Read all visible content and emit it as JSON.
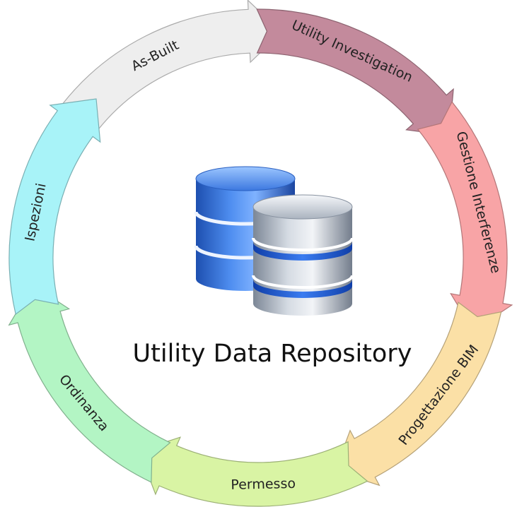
{
  "title": "Utility Data Repository",
  "cycle": [
    {
      "label": "As-Built",
      "color": "#eeeeee"
    },
    {
      "label": "Utility Investigation",
      "color": "#c38a9c"
    },
    {
      "label": "Gestione Interferenze",
      "color": "#f8a4a6"
    },
    {
      "label": "Progettazione BIM",
      "color": "#fbe0a6"
    },
    {
      "label": "Permesso",
      "color": "#d9f4a4"
    },
    {
      "label": "Ordinanza",
      "color": "#b3f5c4"
    },
    {
      "label": "Ispezioni",
      "color": "#a8f3f8"
    }
  ],
  "icon": "database-icon"
}
